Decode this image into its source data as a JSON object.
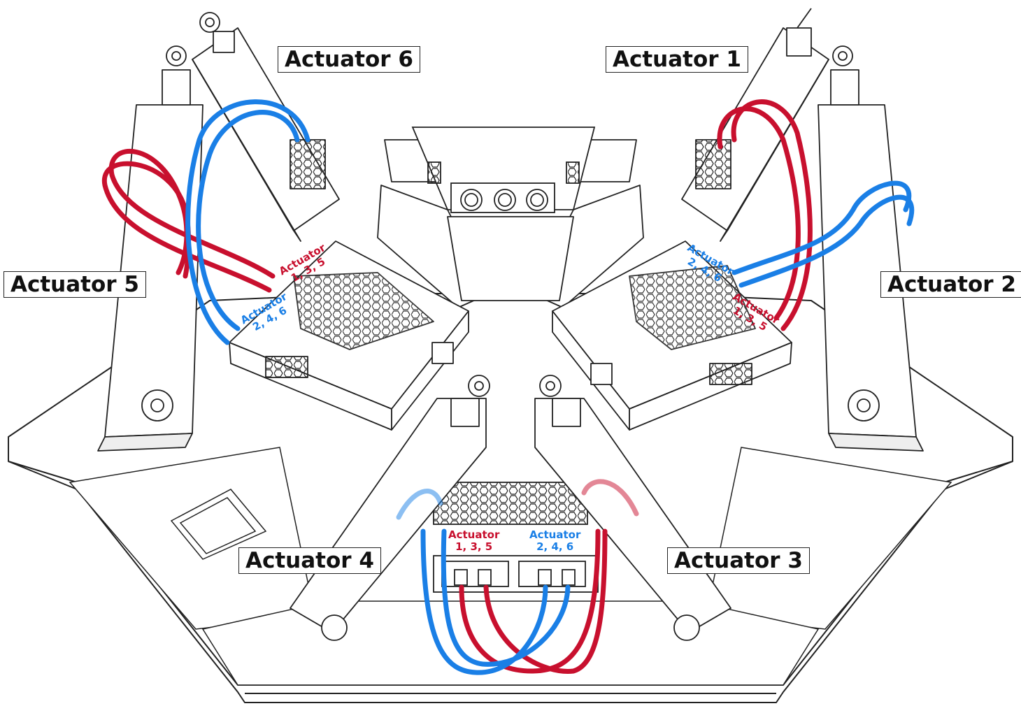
{
  "callouts": {
    "a1": "Actuator 1",
    "a2": "Actuator 2",
    "a3": "Actuator 3",
    "a4": "Actuator 4",
    "a5": "Actuator 5",
    "a6": "Actuator 6"
  },
  "port_tags": {
    "odd": {
      "title": "Actuator",
      "ids": "1, 3, 5"
    },
    "even": {
      "title": "Actuator",
      "ids": "2, 4, 6"
    }
  },
  "colors": {
    "odd_cable": "#c8102e",
    "even_cable": "#1a7fe6",
    "line": "#222222"
  }
}
